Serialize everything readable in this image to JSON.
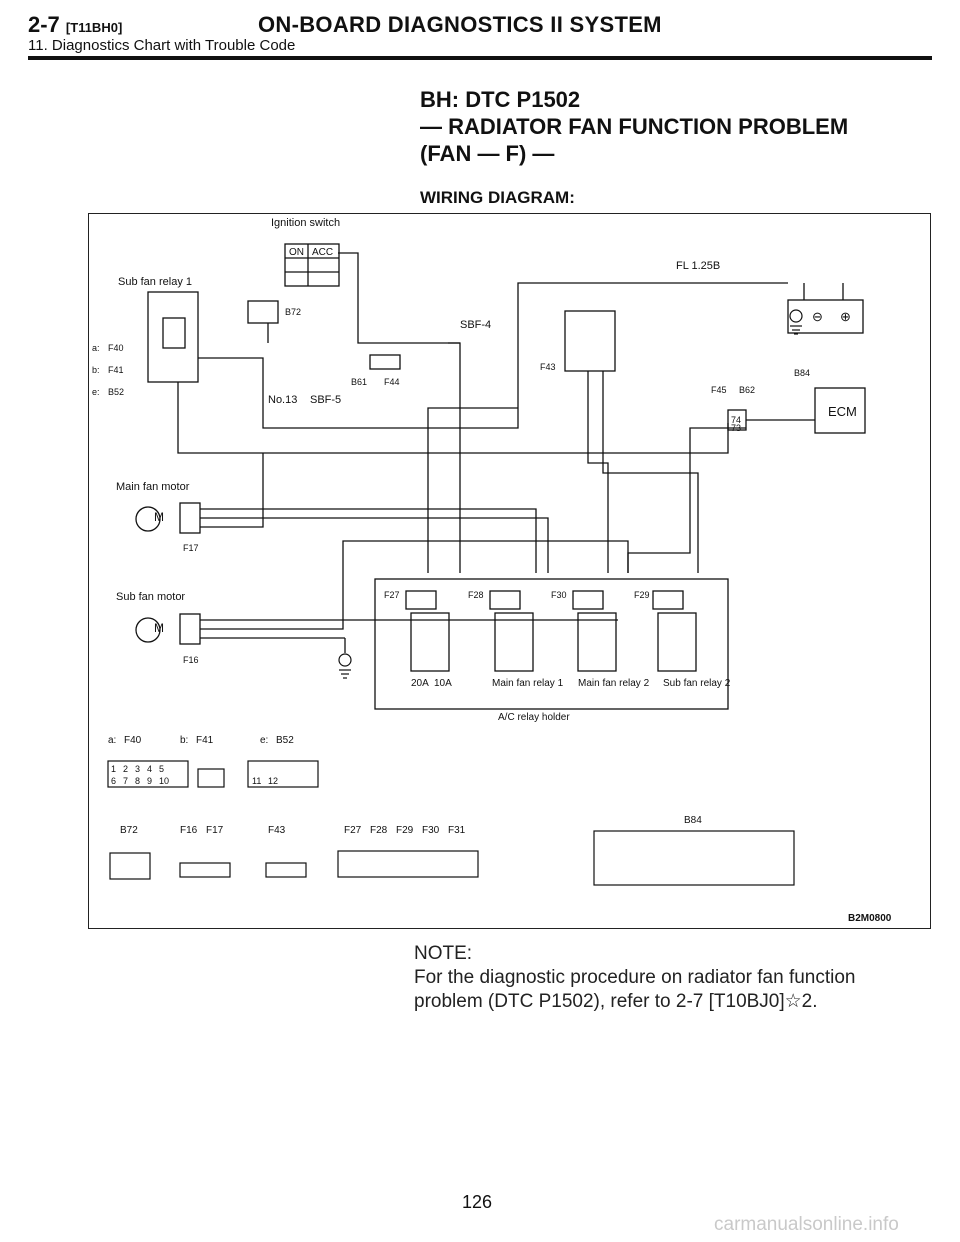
{
  "header": {
    "section": "2-7",
    "code": "[T11BH0]",
    "title": "ON-BOARD DIAGNOSTICS II SYSTEM",
    "subtitle": "11. Diagnostics Chart with Trouble Code"
  },
  "dtc": {
    "line1": "BH: DTC P1502",
    "line2": "— RADIATOR FAN FUNCTION PROBLEM",
    "line3": "(FAN — F) —"
  },
  "wiring_heading": "WIRING DIAGRAM:",
  "diagram": {
    "ignition_switch": "Ignition switch",
    "ign_on": "ON",
    "ign_acc": "ACC",
    "sub_fan_relay_1": "Sub fan relay 1",
    "fl_fuse": "FL 1.25B",
    "sbf4": "SBF-4",
    "sbf5": "SBF-5",
    "no13": "No.13",
    "ecm": "ECM",
    "main_fan_motor": "Main fan motor",
    "sub_fan_motor": "Sub fan motor",
    "fuse_20a": "20A",
    "fuse_10a": "10A",
    "main_fan_relay_1": "Main fan relay 1",
    "main_fan_relay_2": "Main fan relay 2",
    "sub_fan_relay_2": "Sub fan relay 2",
    "ac_relay_holder": "A/C relay holder",
    "code": "B2M0800",
    "ground": "E",
    "a_prefix": "a:",
    "b_prefix": "b:",
    "e_prefix": "e:",
    "connectors": {
      "F40": "F40",
      "F41": "F41",
      "B52": "B52",
      "B72": "B72",
      "B61": "B61",
      "F44": "F44",
      "F43": "F43",
      "F45": "F45",
      "B62": "B62",
      "B84": "B84",
      "F17": "F17",
      "F16": "F16",
      "F27": "F27",
      "F28": "F28",
      "F29": "F29",
      "F30": "F30",
      "F31": "F31"
    },
    "pins": {
      "p1": "1",
      "p2": "2",
      "p3": "3",
      "p4": "4",
      "p5": "5",
      "p6": "6",
      "p7": "7",
      "p8": "8",
      "p9": "9",
      "p10": "10",
      "p11": "11",
      "p12": "12",
      "p73": "73",
      "p74": "74"
    }
  },
  "note": {
    "label": "NOTE:",
    "text": "For the diagnostic procedure on radiator fan function problem (DTC P1502), refer to 2-7 [T10BJ0]☆2."
  },
  "page_number": "126",
  "watermark": "carmanualsonline.info"
}
